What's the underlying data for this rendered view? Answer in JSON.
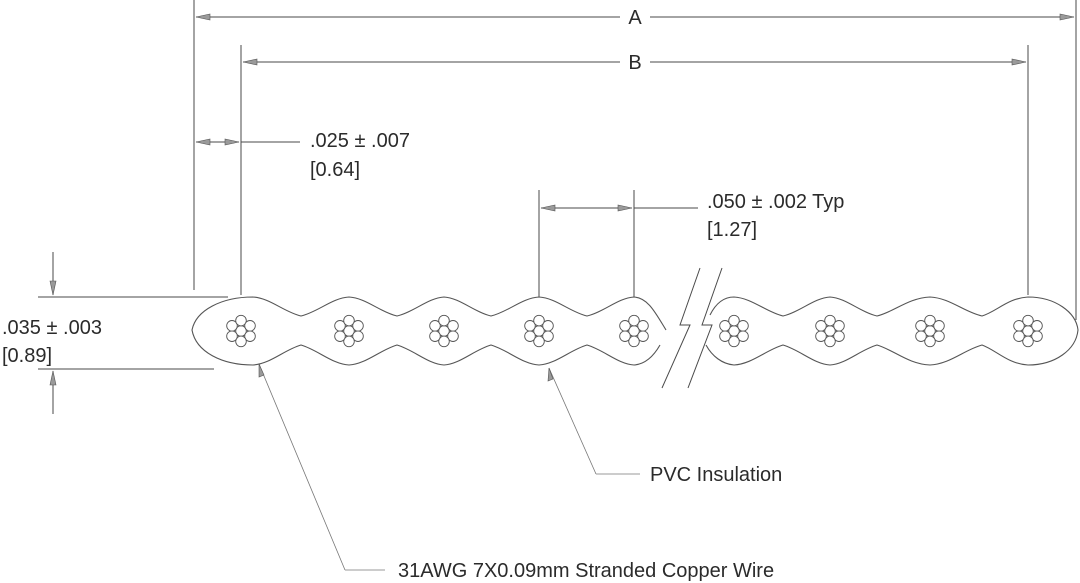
{
  "dimensions": {
    "A": {
      "label": "A"
    },
    "B": {
      "label": "B"
    },
    "edge_margin": {
      "tolerance": ".025 ± .007",
      "metric": "[0.64]"
    },
    "pitch": {
      "tolerance": ".050 ± .002 Typ",
      "metric": "[1.27]"
    },
    "thickness": {
      "tolerance": ".035 ± .003",
      "metric": "[0.89]"
    }
  },
  "callouts": {
    "insulation": "PVC Insulation",
    "conductor": "31AWG 7X0.09mm Stranded Copper Wire"
  },
  "cable": {
    "conductors_left_of_break": 5,
    "conductors_right_of_break": 4,
    "strands_per_conductor": 7
  }
}
